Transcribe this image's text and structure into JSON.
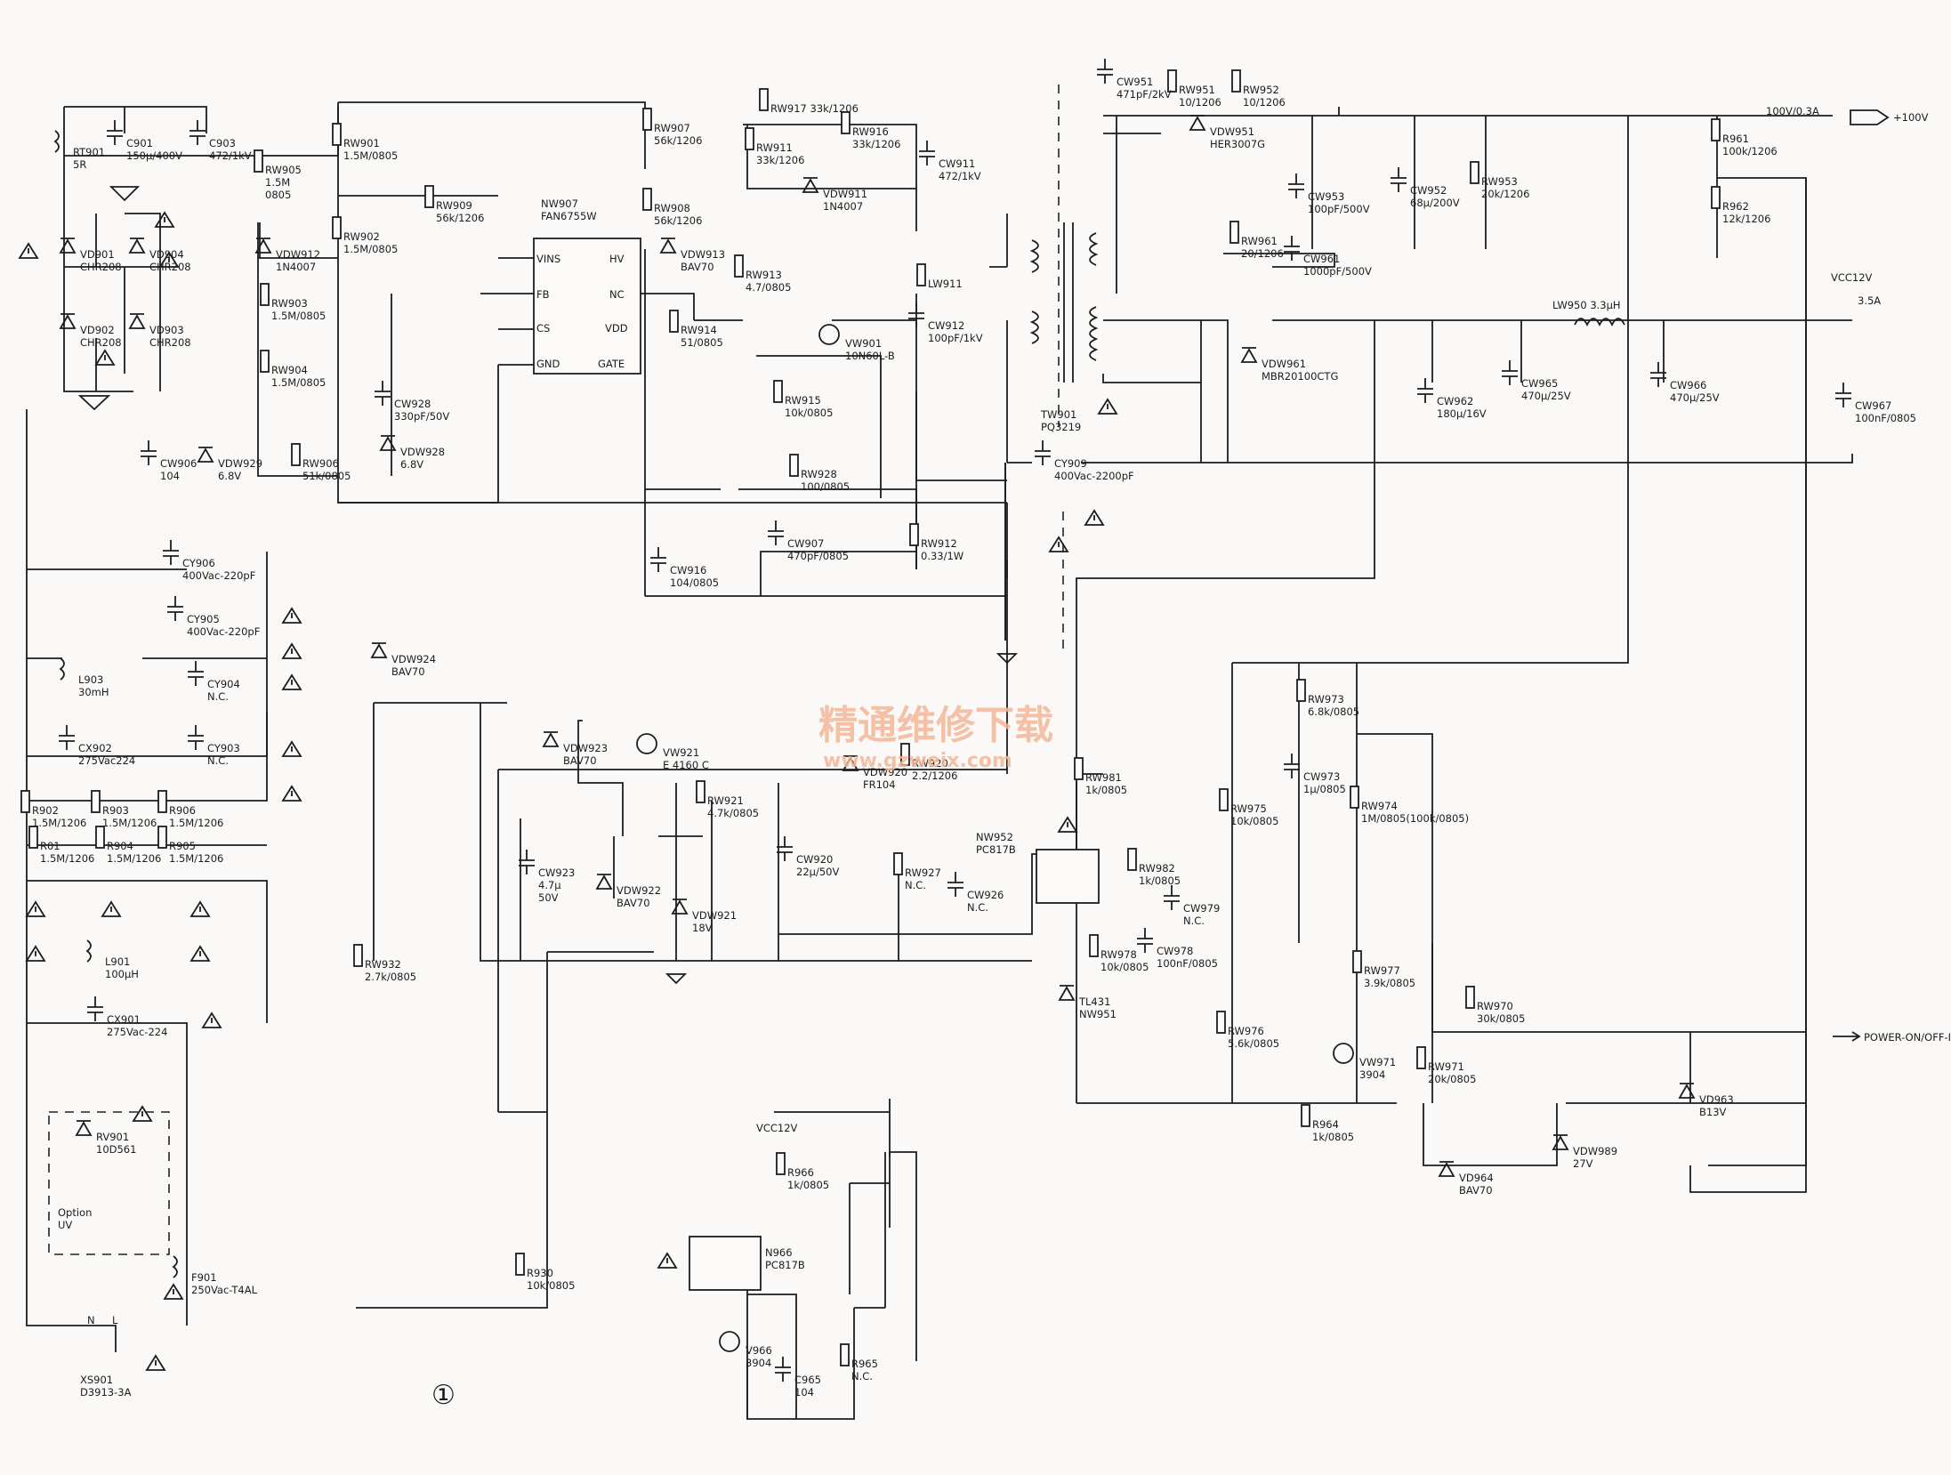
{
  "components": [
    {
      "id": "rt901",
      "lines": [
        "RT901",
        "5R"
      ]
    },
    {
      "id": "c901",
      "lines": [
        "C901",
        "150μ/400V"
      ]
    },
    {
      "id": "c903",
      "lines": [
        "C903",
        "472/1kV"
      ]
    },
    {
      "id": "rw901",
      "lines": [
        "RW901",
        "1.5M/0805"
      ]
    },
    {
      "id": "rw905",
      "lines": [
        "RW905",
        "1.5M",
        "0805"
      ]
    },
    {
      "id": "rw909",
      "lines": [
        "RW909",
        "56k/1206"
      ]
    },
    {
      "id": "rw902",
      "lines": [
        "RW902",
        "1.5M/0805"
      ]
    },
    {
      "id": "rw903",
      "lines": [
        "RW903",
        "1.5M/0805"
      ]
    },
    {
      "id": "rw904",
      "lines": [
        "RW904",
        "1.5M/0805"
      ]
    },
    {
      "id": "vd901",
      "lines": [
        "VD901",
        "CHR208"
      ]
    },
    {
      "id": "vd904",
      "lines": [
        "VD904",
        "CHR208"
      ]
    },
    {
      "id": "vd902",
      "lines": [
        "VD902",
        "CHR208"
      ]
    },
    {
      "id": "vd903",
      "lines": [
        "VD903",
        "CHR208"
      ]
    },
    {
      "id": "vdw912",
      "lines": [
        "VDW912",
        "1N4007"
      ]
    },
    {
      "id": "cw906",
      "lines": [
        "CW906",
        "104"
      ]
    },
    {
      "id": "vdw929",
      "lines": [
        "VDW929",
        "6.8V"
      ]
    },
    {
      "id": "rw906",
      "lines": [
        "RW906",
        "51k/0805"
      ]
    },
    {
      "id": "nw907",
      "lines": [
        "NW907",
        "FAN6755W"
      ]
    },
    {
      "id": "rw907",
      "lines": [
        "RW907",
        "56k/1206"
      ]
    },
    {
      "id": "rw908",
      "lines": [
        "RW908",
        "56k/1206"
      ]
    },
    {
      "id": "rw917",
      "lines": [
        "RW917 33k/1206"
      ]
    },
    {
      "id": "rw911",
      "lines": [
        "RW911",
        "33k/1206"
      ]
    },
    {
      "id": "rw916",
      "lines": [
        "RW916",
        "33k/1206"
      ]
    },
    {
      "id": "cw911",
      "lines": [
        "CW911",
        "472/1kV"
      ]
    },
    {
      "id": "vdw911",
      "lines": [
        "VDW911",
        "1N4007"
      ]
    },
    {
      "id": "vdw913",
      "lines": [
        "VDW913",
        "BAV70"
      ]
    },
    {
      "id": "rw913",
      "lines": [
        "RW913",
        "4.7/0805"
      ]
    },
    {
      "id": "rw914",
      "lines": [
        "RW914",
        "51/0805"
      ]
    },
    {
      "id": "lw911",
      "lines": [
        "LW911"
      ]
    },
    {
      "id": "cw912",
      "lines": [
        "CW912",
        "100pF/1kV"
      ]
    },
    {
      "id": "vw901",
      "lines": [
        "VW901",
        "10N60L-B"
      ]
    },
    {
      "id": "rw915",
      "lines": [
        "RW915",
        "10k/0805"
      ]
    },
    {
      "id": "cw928",
      "lines": [
        "CW928",
        "330pF/50V"
      ]
    },
    {
      "id": "vdw928",
      "lines": [
        "VDW928",
        "6.8V"
      ]
    },
    {
      "id": "rw928",
      "lines": [
        "RW928",
        "100/0805"
      ]
    },
    {
      "id": "cw907",
      "lines": [
        "CW907",
        "470pF/0805"
      ]
    },
    {
      "id": "rw912",
      "lines": [
        "RW912",
        "0.33/1W"
      ]
    },
    {
      "id": "cw916",
      "lines": [
        "CW916",
        "104/0805"
      ]
    },
    {
      "id": "tw901",
      "lines": [
        "TW901",
        "PQ3219"
      ]
    },
    {
      "id": "cy909",
      "lines": [
        "CY909",
        "400Vac-2200pF"
      ]
    },
    {
      "id": "cw951",
      "lines": [
        "CW951",
        "471pF/2kV"
      ]
    },
    {
      "id": "rw951",
      "lines": [
        "RW951",
        "10/1206"
      ]
    },
    {
      "id": "rw952",
      "lines": [
        "RW952",
        "10/1206"
      ]
    },
    {
      "id": "vdw951",
      "lines": [
        "VDW951",
        "HER3007G"
      ]
    },
    {
      "id": "cw953",
      "lines": [
        "CW953",
        "100pF/500V"
      ]
    },
    {
      "id": "cw952",
      "lines": [
        "CW952",
        "68μ/200V"
      ]
    },
    {
      "id": "rw953",
      "lines": [
        "RW953",
        "20k/1206"
      ]
    },
    {
      "id": "r961",
      "lines": [
        "R961",
        "100k/1206"
      ]
    },
    {
      "id": "r962",
      "lines": [
        "R962",
        "12k/1206"
      ]
    },
    {
      "id": "rw961",
      "lines": [
        "RW961",
        "20/1206"
      ]
    },
    {
      "id": "cw961",
      "lines": [
        "CW961",
        "1000pF/500V"
      ]
    },
    {
      "id": "vdw961",
      "lines": [
        "VDW961",
        "MBR20100CTG"
      ]
    },
    {
      "id": "lw950",
      "lines": [
        "LW950 3.3μH"
      ]
    },
    {
      "id": "cw962",
      "lines": [
        "CW962",
        "180μ/16V"
      ]
    },
    {
      "id": "cw965",
      "lines": [
        "CW965",
        "470μ/25V"
      ]
    },
    {
      "id": "cw966",
      "lines": [
        "CW966",
        "470μ/25V"
      ]
    },
    {
      "id": "cw967",
      "lines": [
        "CW967",
        "100nF/0805"
      ]
    },
    {
      "id": "cy906",
      "lines": [
        "CY906",
        "400Vac-220pF"
      ]
    },
    {
      "id": "cy905",
      "lines": [
        "CY905",
        "400Vac-220pF"
      ]
    },
    {
      "id": "l903",
      "lines": [
        "L903",
        "30mH"
      ]
    },
    {
      "id": "cy904",
      "lines": [
        "CY904",
        "N.C."
      ]
    },
    {
      "id": "cx902",
      "lines": [
        "CX902",
        "275Vac224"
      ]
    },
    {
      "id": "cy903",
      "lines": [
        "CY903",
        "N.C."
      ]
    },
    {
      "id": "r902",
      "lines": [
        "R902",
        "1.5M/1206"
      ]
    },
    {
      "id": "r903",
      "lines": [
        "R903",
        "1.5M/1206"
      ]
    },
    {
      "id": "r906",
      "lines": [
        "R906",
        "1.5M/1206"
      ]
    },
    {
      "id": "r01",
      "lines": [
        "R01",
        "1.5M/1206"
      ]
    },
    {
      "id": "r904",
      "lines": [
        "R904",
        "1.5M/1206"
      ]
    },
    {
      "id": "r905",
      "lines": [
        "R905",
        "1.5M/1206"
      ]
    },
    {
      "id": "l901",
      "lines": [
        "L901",
        "100μH"
      ]
    },
    {
      "id": "cx901",
      "lines": [
        "CX901",
        "275Vac-224"
      ]
    },
    {
      "id": "rv901",
      "lines": [
        "RV901",
        "10D561"
      ]
    },
    {
      "id": "option",
      "lines": [
        "Option",
        "UV"
      ]
    },
    {
      "id": "f901",
      "lines": [
        "F901",
        "250Vac-T4AL"
      ]
    },
    {
      "id": "xs901",
      "lines": [
        "XS901",
        "D3913-3A"
      ]
    },
    {
      "id": "vdw924",
      "lines": [
        "VDW924",
        "BAV70"
      ]
    },
    {
      "id": "rw932",
      "lines": [
        "RW932",
        "2.7k/0805"
      ]
    },
    {
      "id": "vdw923",
      "lines": [
        "VDW923",
        "BAV70"
      ]
    },
    {
      "id": "vw921",
      "lines": [
        "VW921",
        "E 4160  C"
      ]
    },
    {
      "id": "rw920",
      "lines": [
        "RW920",
        "2.2/1206"
      ]
    },
    {
      "id": "vdw920",
      "lines": [
        "VDW920",
        "FR104"
      ]
    },
    {
      "id": "rw921",
      "lines": [
        "RW921",
        "4.7k/0805"
      ]
    },
    {
      "id": "cw923",
      "lines": [
        "CW923",
        "4.7μ",
        "50V"
      ]
    },
    {
      "id": "vdw922",
      "lines": [
        "VDW922",
        "BAV70"
      ]
    },
    {
      "id": "vdw921",
      "lines": [
        "VDW921",
        "18V"
      ]
    },
    {
      "id": "cw920",
      "lines": [
        "CW920",
        "22μ/50V"
      ]
    },
    {
      "id": "rw927",
      "lines": [
        "RW927",
        "N.C."
      ]
    },
    {
      "id": "cw926",
      "lines": [
        "CW926",
        "N.C."
      ]
    },
    {
      "id": "nw952",
      "lines": [
        "NW952",
        "PC817B"
      ]
    },
    {
      "id": "rw981",
      "lines": [
        "RW981",
        "1k/0805"
      ]
    },
    {
      "id": "rw982",
      "lines": [
        "RW982",
        "1k/0805"
      ]
    },
    {
      "id": "cw979",
      "lines": [
        "CW979",
        "N.C."
      ]
    },
    {
      "id": "rw978",
      "lines": [
        "RW978",
        "10k/0805"
      ]
    },
    {
      "id": "cw978",
      "lines": [
        "CW978",
        "100nF/0805"
      ]
    },
    {
      "id": "nw951",
      "lines": [
        "TL431",
        "NW951"
      ]
    },
    {
      "id": "rw973",
      "lines": [
        "RW973",
        "6.8k/0805"
      ]
    },
    {
      "id": "cw973",
      "lines": [
        "CW973",
        "1μ/0805"
      ]
    },
    {
      "id": "rw975",
      "lines": [
        "RW975",
        "10k/0805"
      ]
    },
    {
      "id": "rw974",
      "lines": [
        "RW974",
        "1M/0805(100k/0805)"
      ]
    },
    {
      "id": "rw976",
      "lines": [
        "RW976",
        "5.6k/0805"
      ]
    },
    {
      "id": "rw977",
      "lines": [
        "RW977",
        "3.9k/0805"
      ]
    },
    {
      "id": "rw970",
      "lines": [
        "RW970",
        "30k/0805"
      ]
    },
    {
      "id": "vw971",
      "lines": [
        "VW971",
        "3904"
      ]
    },
    {
      "id": "rw971",
      "lines": [
        "RW971",
        "20k/0805"
      ]
    },
    {
      "id": "vd963",
      "lines": [
        "VD963",
        "B13V"
      ]
    },
    {
      "id": "r964",
      "lines": [
        "R964",
        "1k/0805"
      ]
    },
    {
      "id": "vd964",
      "lines": [
        "VD964",
        "BAV70"
      ]
    },
    {
      "id": "vdw989",
      "lines": [
        "VDW989",
        "27V"
      ]
    },
    {
      "id": "r966",
      "lines": [
        "R966",
        "1k/0805"
      ]
    },
    {
      "id": "n966",
      "lines": [
        "N966",
        "PC817B"
      ]
    },
    {
      "id": "r930",
      "lines": [
        "R930",
        "10k/0805"
      ]
    },
    {
      "id": "v966",
      "lines": [
        "V966",
        "3904"
      ]
    },
    {
      "id": "c965",
      "lines": [
        "C965",
        "104"
      ]
    },
    {
      "id": "r965",
      "lines": [
        "R965",
        "N.C."
      ]
    }
  ],
  "ic_pins": {
    "vins": "VINS",
    "fb": "FB",
    "cs": "CS",
    "gnd": "GND",
    "hv": "HV",
    "nc": "NC",
    "vdd": "VDD",
    "gate": "GATE"
  },
  "nets": {
    "out100_value": "100V/0.3A",
    "out100_port": "+100V",
    "vcc12_label": "VCC12V",
    "vcc12_current": "3.5A",
    "vcc12_label_b": "VCC12V",
    "power_on": "POWER-ON/OFF-INV",
    "vd_n": "N",
    "vd_l": "L"
  },
  "page": {
    "circled_number": "①"
  },
  "watermark": {
    "line1": "精通维修下载",
    "line2": "www.gzweix.com"
  },
  "colors": {
    "ink": "#1d1d1d",
    "paper": "#faf9f7",
    "watermark": "#f4b89a"
  }
}
